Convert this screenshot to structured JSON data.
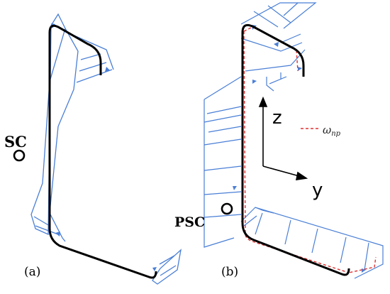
{
  "labels": {
    "panel_a": "(a)",
    "panel_b": "(b)",
    "shear_center": "SC",
    "pseudo_shear_center": "PSC",
    "axis_z": "z",
    "axis_y": "y",
    "legend_omega": "ω",
    "legend_omega_sub": "np"
  },
  "colors": {
    "section": "#000000",
    "diagram": "#4a7fd6",
    "warping": "#e03030"
  }
}
